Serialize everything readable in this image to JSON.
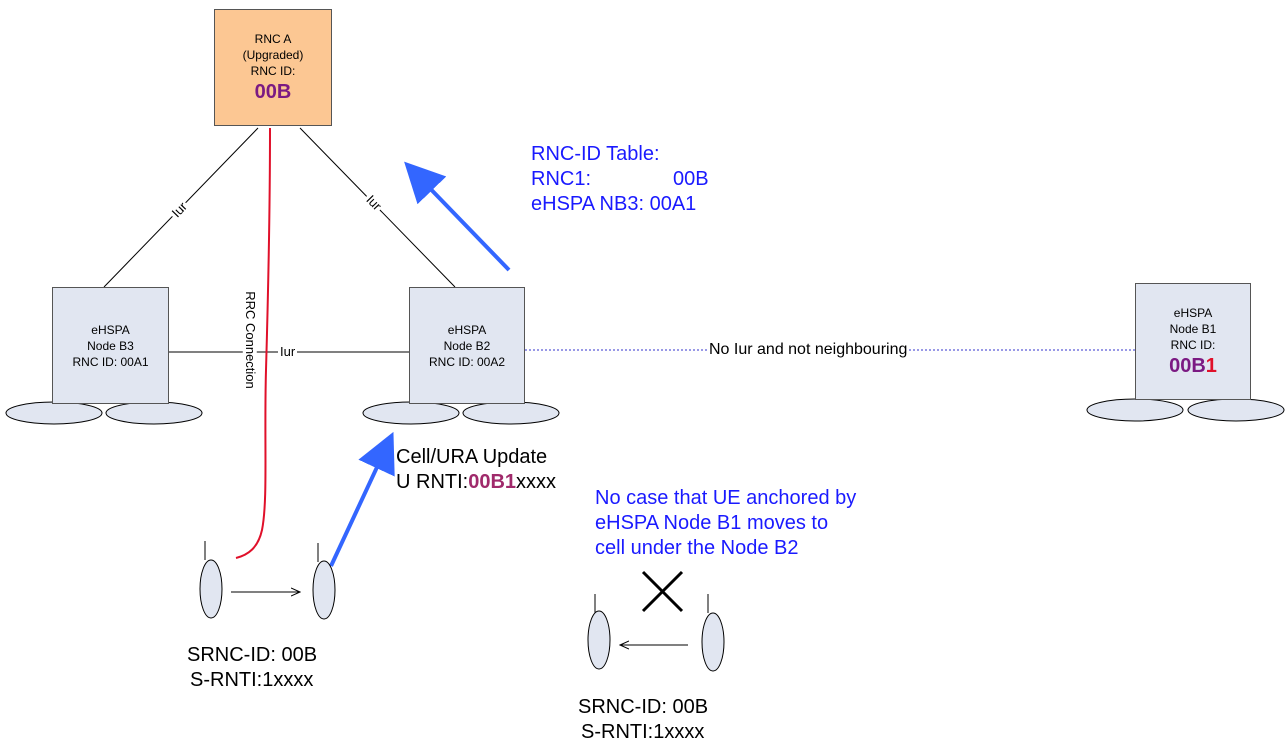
{
  "rnc_a": {
    "line1": "RNC A",
    "line2": "(Upgraded)",
    "line3": "RNC ID:",
    "id": "00B"
  },
  "node_b3": {
    "line1": "eHSPA",
    "line2": "Node B3",
    "line3": "RNC ID: 00A1"
  },
  "node_b2": {
    "line1": "eHSPA",
    "line2": "Node B2",
    "line3": "RNC ID: 00A2"
  },
  "node_b1": {
    "line1": "eHSPA",
    "line2": "Node B1",
    "line3": "RNC ID:",
    "id_main": "00B",
    "id_suffix": "1"
  },
  "links": {
    "iur_left": "Iur",
    "iur_right": "Iur",
    "iur_mid": "Iur",
    "no_iur": "No Iur and not neighbouring",
    "rrc": "RRC Connection"
  },
  "rnc_table": {
    "title": "RNC-ID Table:",
    "row1_label": "RNC1:",
    "row1_value": "00B",
    "row2_label": "eHSPA NB3:",
    "row2_value": "00A1"
  },
  "update": {
    "line1": "Cell/URA Update",
    "prefix": "U RNTI:",
    "highlight": "00B1",
    "suffix": "xxxx"
  },
  "no_case": {
    "line1": "No case that UE anchored by",
    "line2": "eHSPA Node B1 moves to",
    "line3": "cell under the Node B2"
  },
  "ue_left": {
    "srnc": "SRNC-ID: 00B",
    "srnti": "S-RNTI:1xxxx"
  },
  "ue_right": {
    "srnc": "SRNC-ID: 00B",
    "srnti": "S-RNTI:1xxxx"
  },
  "colors": {
    "rnc_fill": "#fcc793",
    "node_fill": "#e1e6f1",
    "arrow_blue": "#3366ff",
    "rrc_red": "#e0102a",
    "text_blue": "#1a1aff",
    "id_purple": "#7b1a83"
  }
}
